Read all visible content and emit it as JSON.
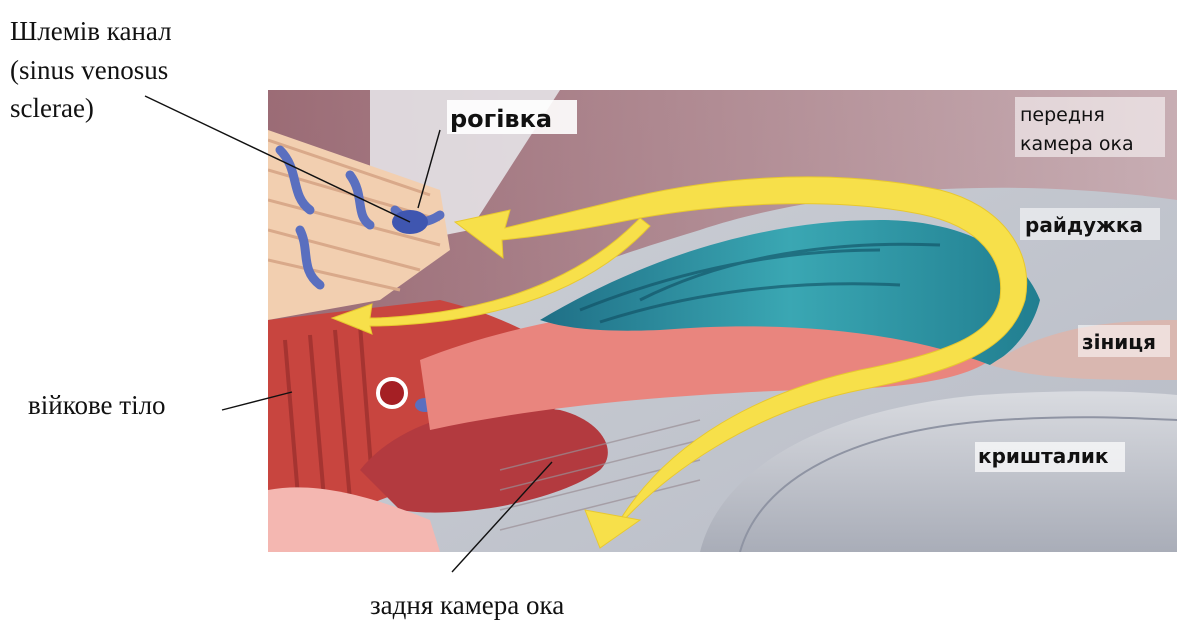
{
  "labels": {
    "schlemm_line1": "Шлемів канал",
    "schlemm_line2": "(sinus venosus",
    "schlemm_line3": "sclerae)",
    "cornea": "рогівка",
    "anterior_line1": "передня",
    "anterior_line2": "камера ока",
    "iris": "райдужка",
    "pupil": "зіниця",
    "lens": "кришталик",
    "ciliary_body": "війкове тіло",
    "posterior_chamber": "задня камера ока"
  },
  "colors": {
    "flow_arrow": "#f7e04a",
    "iris": "#2f9aa6",
    "ciliary_muscle": "#c8453f",
    "vein": "#5a6fbf",
    "sclera": "#f2cfb0",
    "background_tissue": "#c9ccd3"
  }
}
